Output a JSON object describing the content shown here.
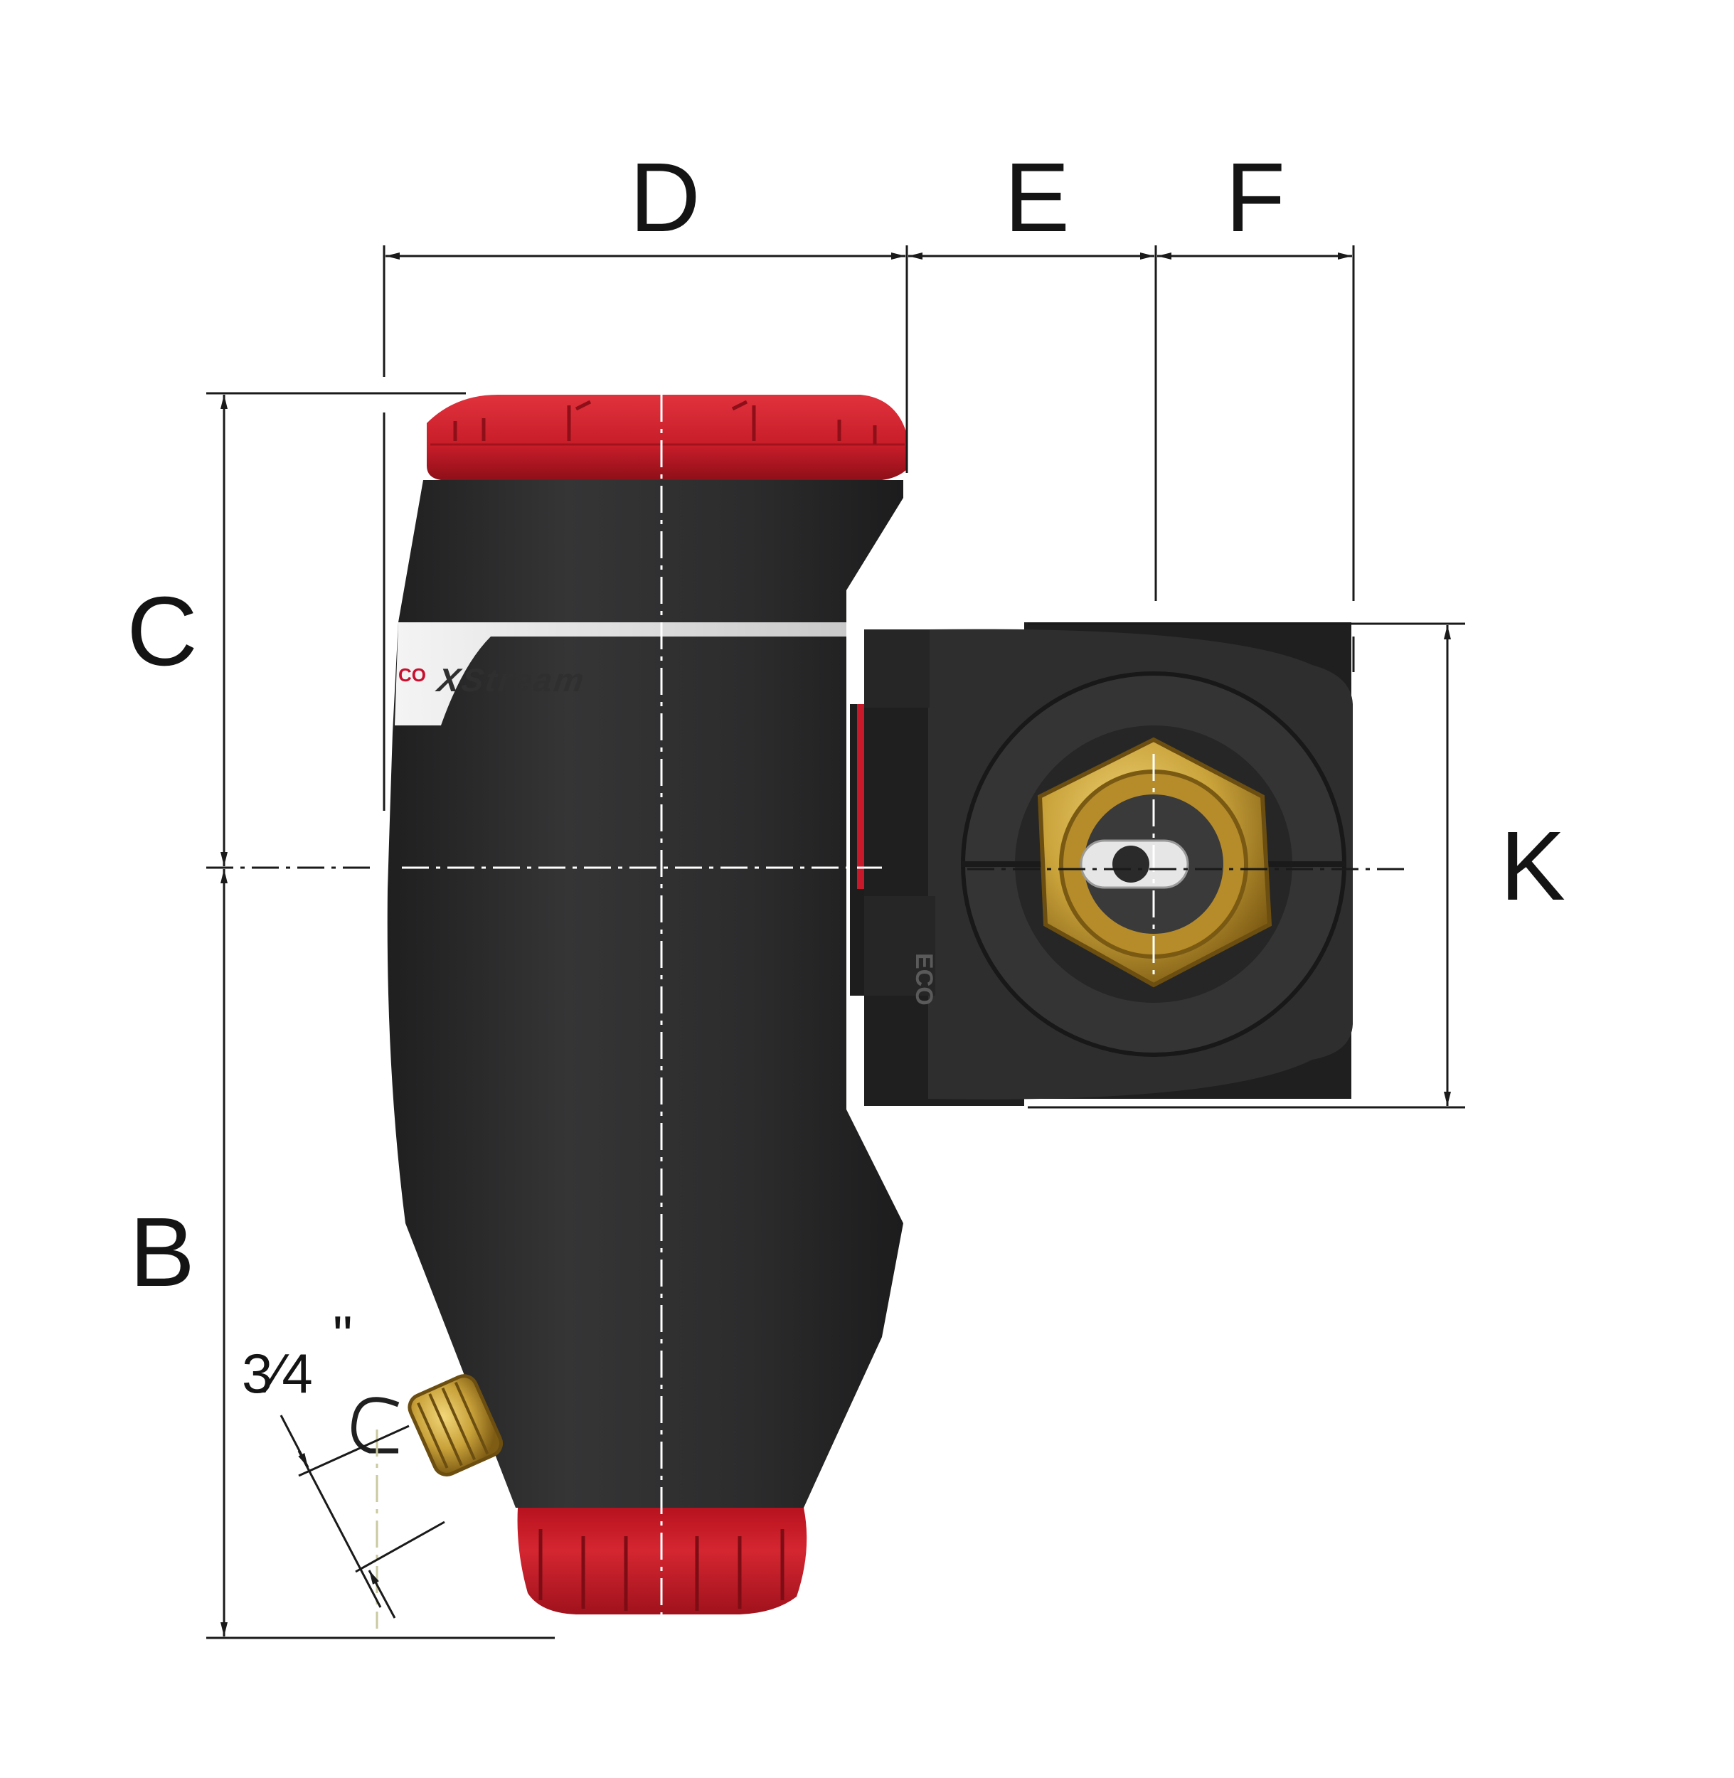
{
  "diagram": {
    "labels": {
      "D": "D",
      "E": "E",
      "F": "F",
      "C": "C",
      "K": "K",
      "B": "B",
      "inch_fraction": "3⁄4",
      "inch_mark": "\""
    },
    "product_marking": "XStream",
    "side_marking": "ECO",
    "cap_marking": "CO",
    "colors": {
      "body": "#2b2b2c",
      "cap_red": "#cf1f2c",
      "brass": "#c9a23a",
      "lines": "#1a1a1a"
    }
  }
}
